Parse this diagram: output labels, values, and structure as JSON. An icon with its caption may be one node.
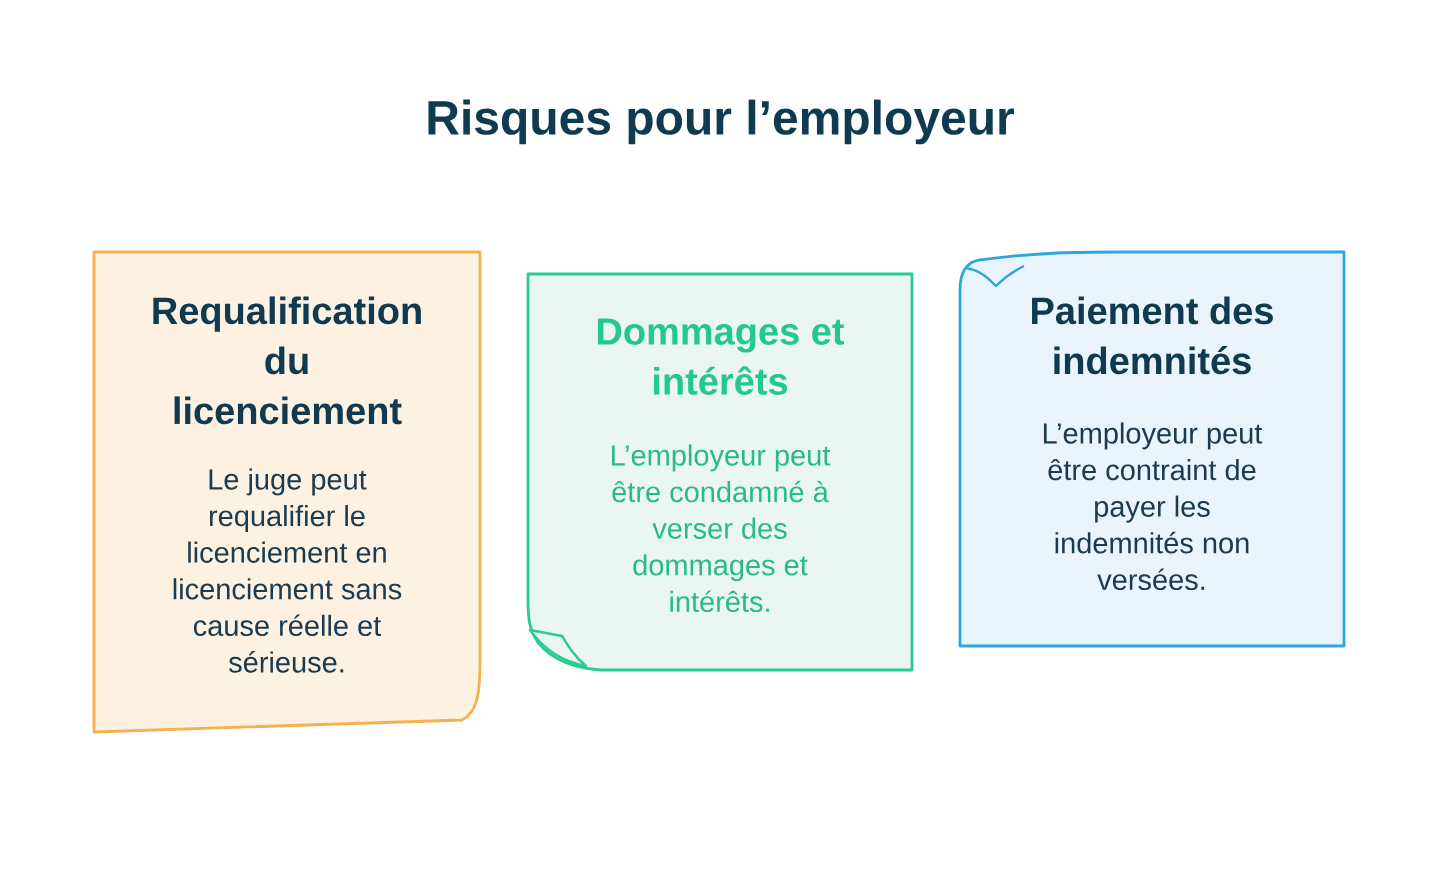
{
  "diagram": {
    "title": "Risques pour l’employeur",
    "nodes": [
      {
        "text": [
          "Requalification du licenciement",
          "Le juge peut requalifier le licenciement en licenciement sans cause réelle et sérieuse."
        ]
      },
      {
        "text": [
          "Dommages et intérêts",
          "L’employeur peut être condamné à verser des dommages et intérêts."
        ]
      },
      {
        "text": [
          "Paiement des indemnités",
          "L’employeur peut être contraint de payer les indemnités non versées."
        ]
      }
    ]
  }
}
